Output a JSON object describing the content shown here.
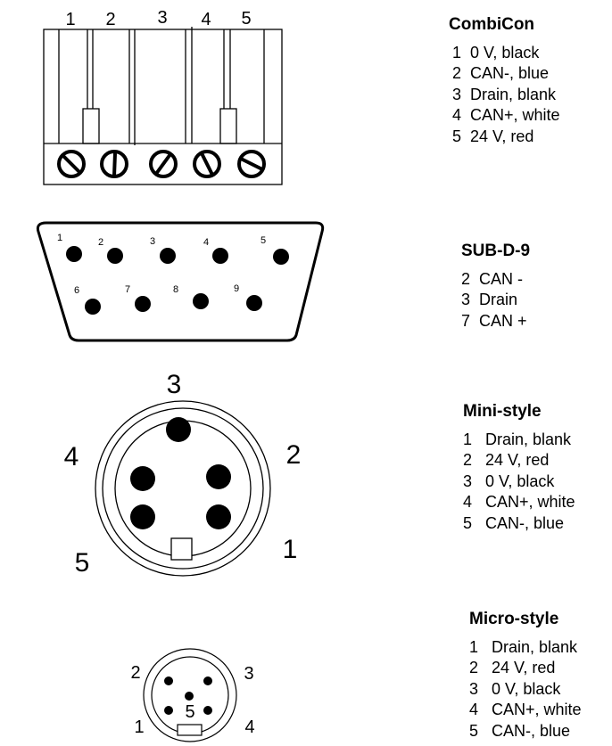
{
  "combicon": {
    "title": "CombiCon",
    "pin_labels": [
      "1",
      "2",
      "3",
      "4",
      "5"
    ],
    "pins": [
      "1  0 V, black",
      "2  CAN-, blue",
      "3  Drain, blank",
      "4  CAN+, white",
      "5  24 V, red"
    ]
  },
  "subd9": {
    "title": "SUB-D-9",
    "pin_labels": [
      "1",
      "2",
      "3",
      "4",
      "5",
      "6",
      "7",
      "8",
      "9"
    ],
    "pins": [
      "2  CAN -",
      "3  Drain",
      "7  CAN +"
    ]
  },
  "mini": {
    "title": "Mini-style",
    "pin_labels": [
      "1",
      "2",
      "3",
      "4",
      "5"
    ],
    "pins": [
      "1   Drain, blank",
      "2   24 V, red",
      "3   0 V, black",
      "4   CAN+, white",
      "5   CAN-, blue"
    ]
  },
  "micro": {
    "title": "Micro-style",
    "pin_labels": [
      "1",
      "2",
      "3",
      "4",
      "5"
    ],
    "pins": [
      "1   Drain, blank",
      "2   24 V, red",
      "3   0 V, black",
      "4   CAN+, white",
      "5   CAN-, blue"
    ]
  }
}
